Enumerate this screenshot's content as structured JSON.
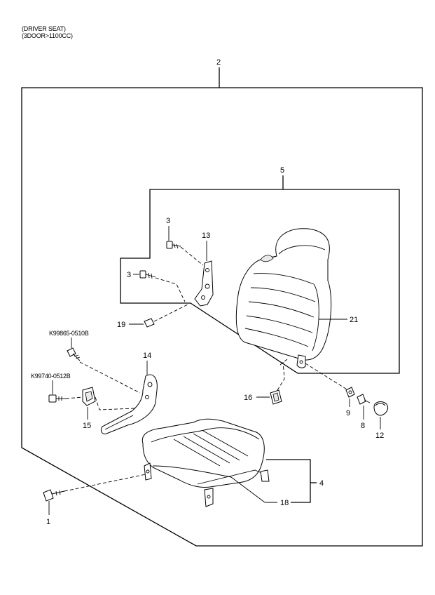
{
  "header": {
    "line1": "(DRIVER SEAT)",
    "line2": "(3DOOR>1100CC)"
  },
  "callouts": {
    "c1": "1",
    "c2": "2",
    "c3a": "3",
    "c3b": "3",
    "c4": "4",
    "c5": "5",
    "c8": "8",
    "c9": "9",
    "c12": "12",
    "c13": "13",
    "c14": "14",
    "c15": "15",
    "c16": "16",
    "c18": "18",
    "c19": "19",
    "c21": "21",
    "pn_bolt": "K99865-0510B",
    "pn_nut": "K99740-0512B"
  }
}
